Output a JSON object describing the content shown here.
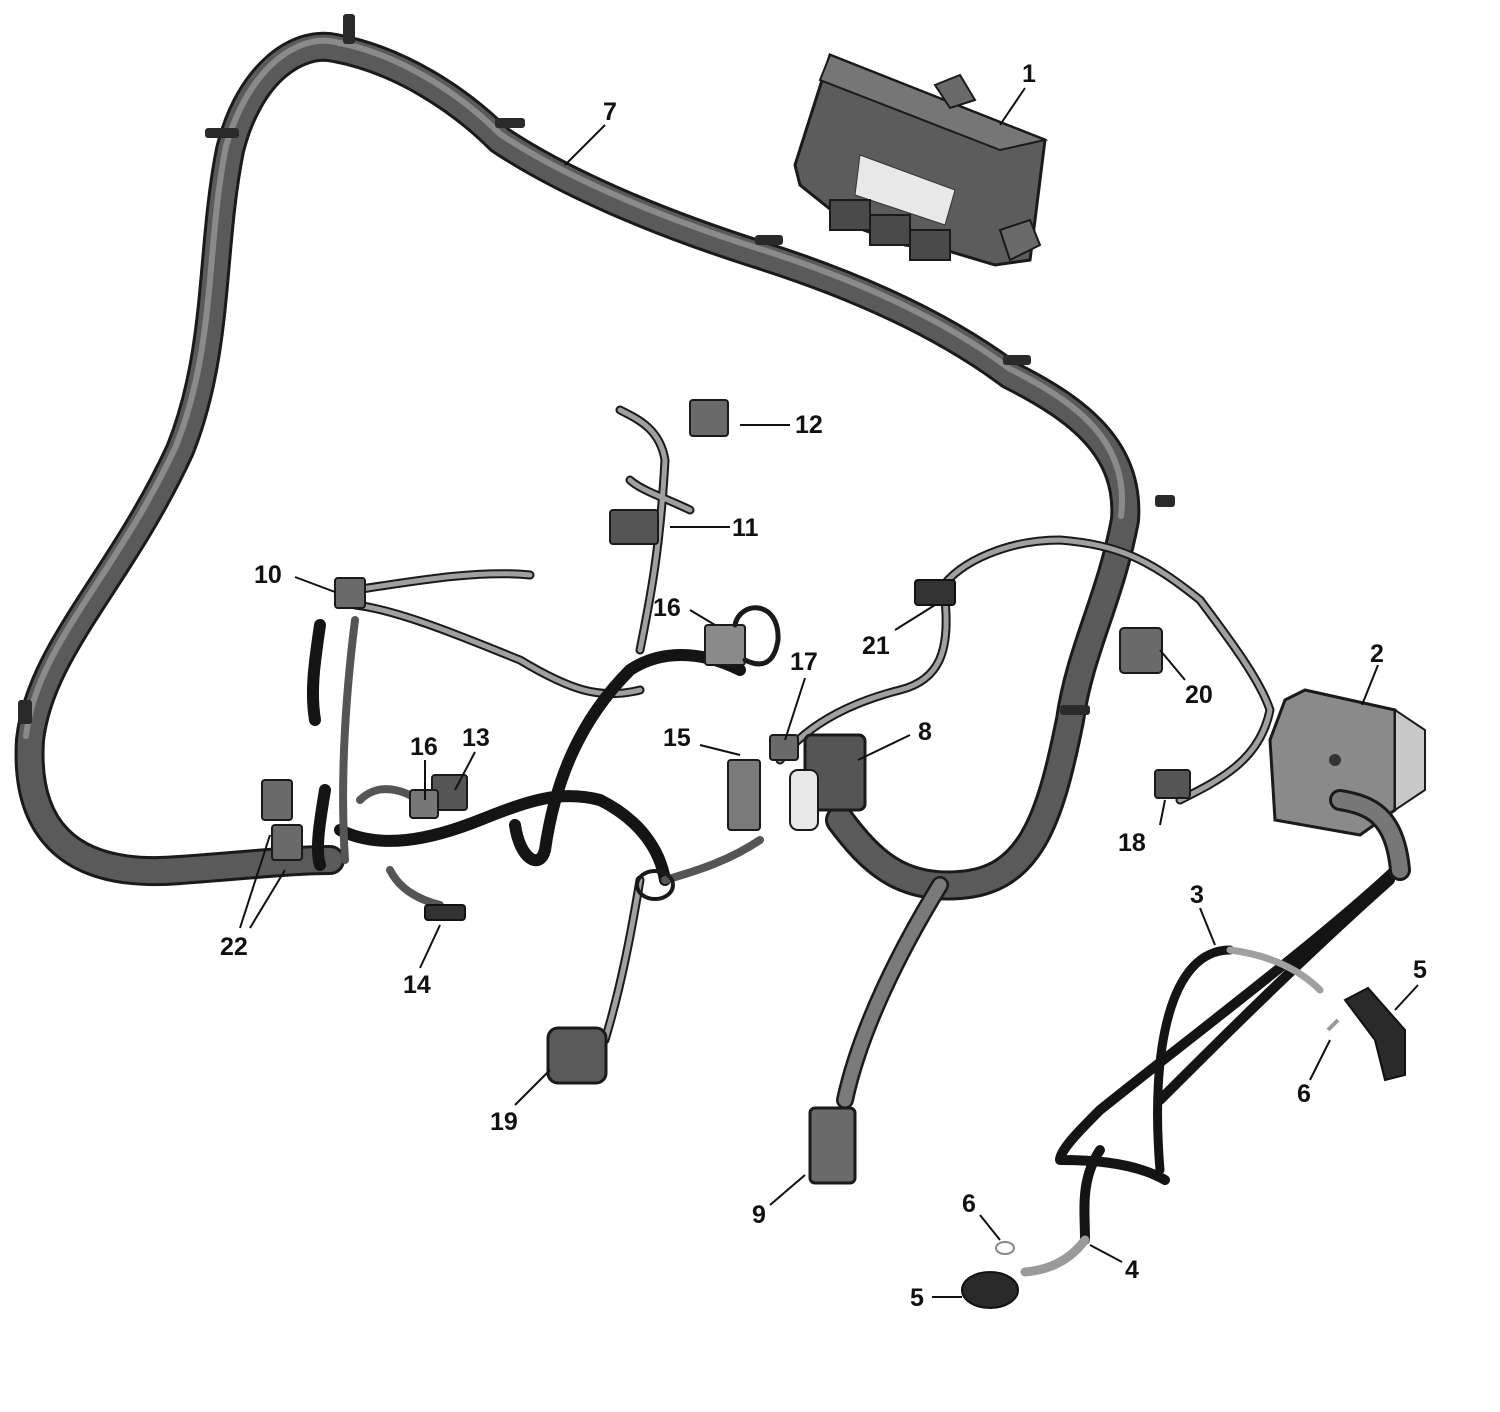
{
  "diagram": {
    "callouts": [
      {
        "id": "c1",
        "label": "1"
      },
      {
        "id": "c2",
        "label": "2"
      },
      {
        "id": "c3",
        "label": "3"
      },
      {
        "id": "c4",
        "label": "4"
      },
      {
        "id": "c5a",
        "label": "5"
      },
      {
        "id": "c5b",
        "label": "5"
      },
      {
        "id": "c6a",
        "label": "6"
      },
      {
        "id": "c6b",
        "label": "6"
      },
      {
        "id": "c7",
        "label": "7"
      },
      {
        "id": "c8",
        "label": "8"
      },
      {
        "id": "c9",
        "label": "9"
      },
      {
        "id": "c10",
        "label": "10"
      },
      {
        "id": "c11",
        "label": "11"
      },
      {
        "id": "c12",
        "label": "12"
      },
      {
        "id": "c13",
        "label": "13"
      },
      {
        "id": "c14",
        "label": "14"
      },
      {
        "id": "c15",
        "label": "15"
      },
      {
        "id": "c16a",
        "label": "16"
      },
      {
        "id": "c16b",
        "label": "16"
      },
      {
        "id": "c17",
        "label": "17"
      },
      {
        "id": "c18",
        "label": "18"
      },
      {
        "id": "c19",
        "label": "19"
      },
      {
        "id": "c20",
        "label": "20"
      },
      {
        "id": "c21",
        "label": "21"
      },
      {
        "id": "c22",
        "label": "22"
      }
    ],
    "colors": {
      "harness_dark": "#4a4a4a",
      "harness_light": "#7a7a7a",
      "harness_outline": "#1a1a1a",
      "cable_black": "#141414",
      "cable_grey": "#8c8c8c",
      "part_fill": "#6e6e6e",
      "part_light": "#9a9a9a"
    }
  }
}
